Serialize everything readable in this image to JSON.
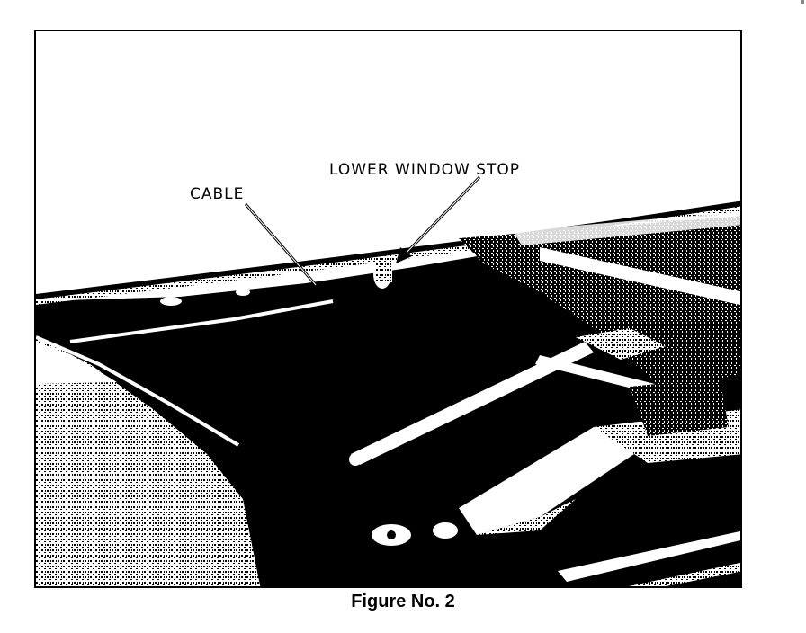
{
  "figure": {
    "labels": {
      "cable": "CABLE",
      "lower_window_stop": "LOWER WINDOW STOP"
    },
    "caption": "Figure No. 2"
  }
}
